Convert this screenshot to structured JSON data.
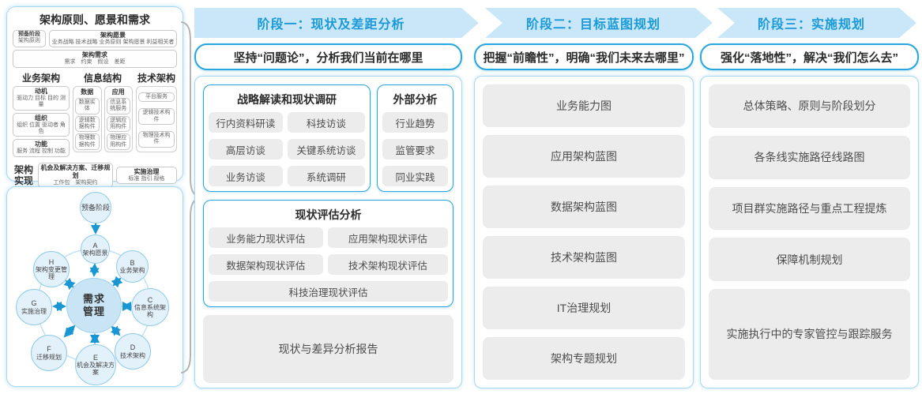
{
  "left_panel": {
    "title": "架构原则、愿景和需求",
    "prep": {
      "line1": "预备阶段",
      "line2": "架构原则"
    },
    "vision": {
      "title": "架构愿景",
      "items": "业务战略 技术战略 业务原则 架构愿景 利益相关者"
    },
    "requirements": {
      "title": "架构需求",
      "items": "需求　约束　假设　差距"
    },
    "business": {
      "title": "业务架构",
      "groups": [
        {
          "t": "动机",
          "s": "驱动力 目标 目的 测量"
        },
        {
          "t": "组织",
          "s": "组织 位置 驱动者 角色"
        },
        {
          "t": "功能",
          "s": "服务 流程 控制 功能"
        }
      ]
    },
    "information": {
      "title": "信息结构",
      "data_col": {
        "t": "数据",
        "items": [
          "数据实体",
          "逻辑数据构件",
          "物理数据构件"
        ]
      },
      "app_col": {
        "t": "应用",
        "items": [
          "信息系统服务",
          "逻辑应用构件",
          "物理应用构件"
        ]
      }
    },
    "technology": {
      "title": "技术架构",
      "items": [
        "平台服务",
        "逻辑技术构件",
        "物理技术构件"
      ]
    },
    "realization": {
      "label": "架构实现",
      "box1": {
        "t": "机会及解决方案、迁移规划",
        "s": "工作包　架构契约"
      },
      "box2": {
        "t": "实施治理",
        "s": "标准 指引 规格"
      }
    }
  },
  "adm": {
    "prep": "预备阶段",
    "center": "需求管理",
    "nodes": [
      {
        "id": "A",
        "label": "架构愿景"
      },
      {
        "id": "B",
        "label": "业务架构"
      },
      {
        "id": "C",
        "label": "信息系统架构"
      },
      {
        "id": "D",
        "label": "技术架构"
      },
      {
        "id": "E",
        "label": "机会及解决方案"
      },
      {
        "id": "F",
        "label": "迁移规划"
      },
      {
        "id": "G",
        "label": "实施治理"
      },
      {
        "id": "H",
        "label": "架构变更管理"
      }
    ]
  },
  "phases": [
    {
      "banner": "阶段一：现状及差距分析",
      "subtitle": "坚持“问题论”，分析我们当前在哪里",
      "research": {
        "title": "战略解读和现状调研",
        "items": [
          "行内资料研读",
          "科技访谈",
          "高层访谈",
          "关键系统访谈",
          "业务访谈",
          "系统调研"
        ]
      },
      "external": {
        "title": "外部分析",
        "items": [
          "行业趋势",
          "监管要求",
          "同业实践"
        ]
      },
      "evaluation": {
        "title": "现状评估分析",
        "items": [
          "业务能力现状评估",
          "应用架构现状评估",
          "数据架构现状评估",
          "技术架构现状评估"
        ],
        "wide": "科技治理现状评估"
      },
      "report": "现状与差异分析报告"
    },
    {
      "banner": "阶段二：目标蓝图规划",
      "subtitle": "把握“前瞻性”，明确“我们未来去哪里”",
      "items": [
        "业务能力图",
        "应用架构蓝图",
        "数据架构蓝图",
        "技术架构蓝图",
        "IT治理规划",
        "架构专题规划"
      ]
    },
    {
      "banner": "阶段三：实施规划",
      "subtitle": "强化“落地性”，解决“我们怎么去”",
      "items": [
        "总体策略、原则与阶段划分",
        "各条线实施路径线路图",
        "项目群实施路径与重点工程提炼",
        "保障机制规划"
      ],
      "tall": "实施执行中的专家管控与跟踪服务"
    }
  ],
  "colors": {
    "accent": "#1b9ad8",
    "banner_bg": "#c9e7f8",
    "blue_border": "#2aa6de",
    "panel_border": "#a9d9f1",
    "pill_bg": "#ececec",
    "circle_fill": "#e3f1fa",
    "center_circle_fill": "#c9e5f5"
  }
}
